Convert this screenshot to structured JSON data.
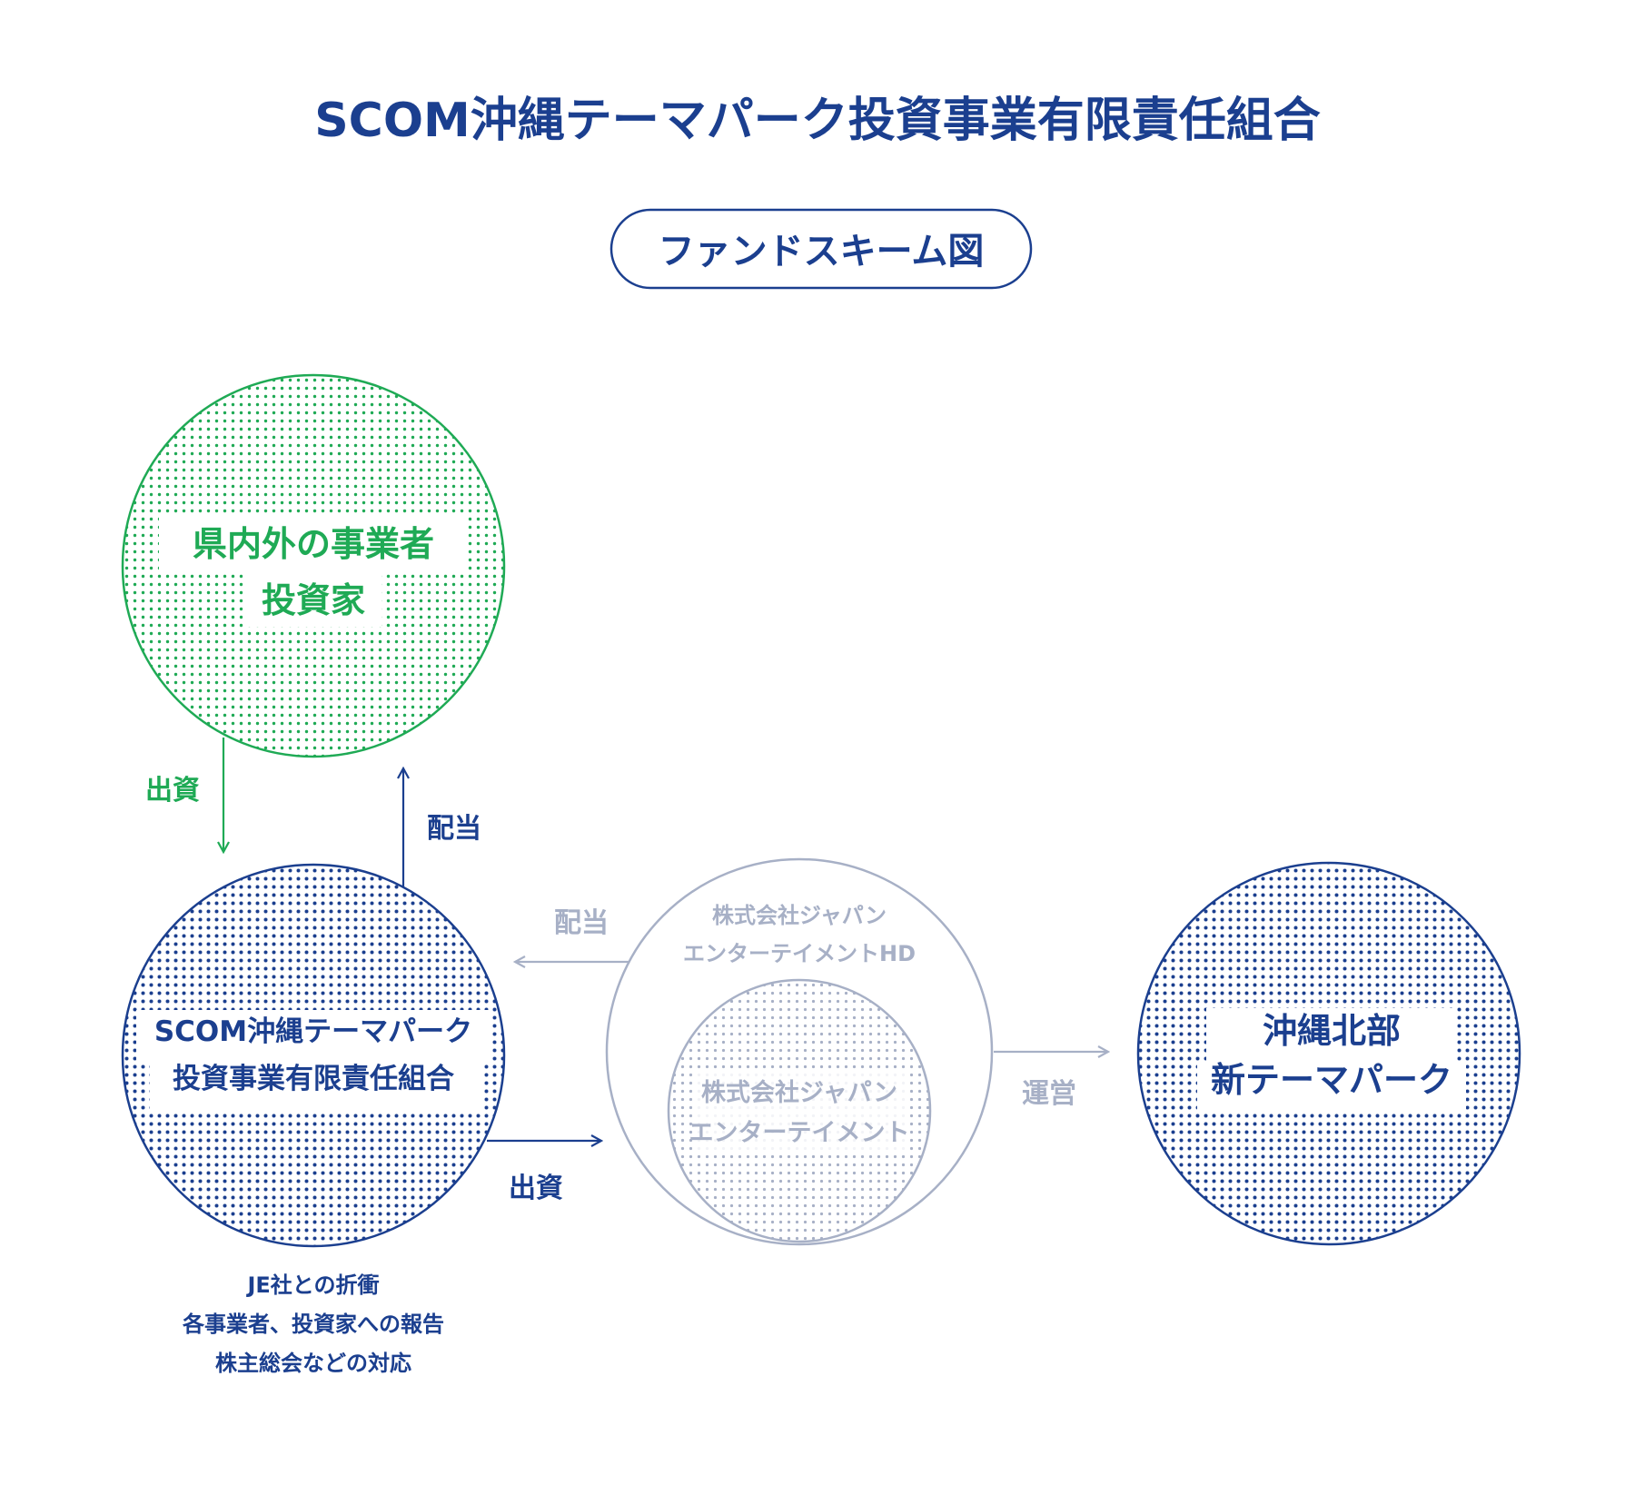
{
  "colors": {
    "navy": "#1b3f8f",
    "green": "#1faa55",
    "gray": "#a7b0c6",
    "background": "#ffffff"
  },
  "title": "SCOM沖縄テーマパーク投資事業有限責任組合",
  "subtitle": "ファンドスキーム図",
  "nodes": {
    "investors": {
      "line1": "県内外の事業者",
      "line2": "投資家"
    },
    "fund": {
      "line1": "SCOM沖縄テーマパーク",
      "line2": "投資事業有限責任組合"
    },
    "je_hd": {
      "line1": "株式会社ジャパン",
      "line2": "エンターテイメントHD"
    },
    "je": {
      "line1": "株式会社ジャパン",
      "line2": "エンターテイメント"
    },
    "park": {
      "line1": "沖縄北部",
      "line2": "新テーマパーク"
    }
  },
  "flows": {
    "investors_to_fund": "出資",
    "fund_to_investors": "配当",
    "hd_to_fund": "配当",
    "fund_to_hd": "出資",
    "hd_to_park": "運営"
  },
  "fund_duties": [
    "JE社との折衝",
    "各事業者、投資家への報告",
    "株主総会などの対応"
  ]
}
